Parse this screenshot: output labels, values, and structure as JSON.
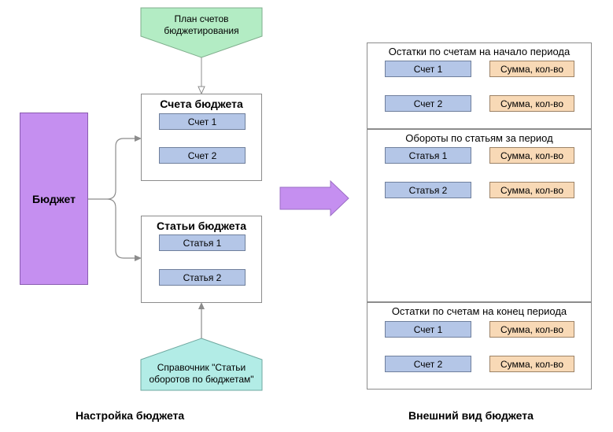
{
  "plan_of_accounts": {
    "line1": "План счетов",
    "line2": "бюджетирования"
  },
  "budget_label": "Бюджет",
  "budget_accounts": {
    "title": "Счета бюджета",
    "items": [
      "Счет 1",
      "Счет 2"
    ]
  },
  "budget_articles": {
    "title": "Статьи бюджета",
    "items": [
      "Статья 1",
      "Статья 2"
    ]
  },
  "reference": {
    "line1": "Справочник \"Статьи",
    "line2": "оборотов по бюджетам\""
  },
  "view": {
    "opening": {
      "title": "Остатки по счетам на начало периода",
      "rows": [
        {
          "name": "Счет 1",
          "value": "Сумма, кол-во"
        },
        {
          "name": "Счет 2",
          "value": "Сумма, кол-во"
        }
      ]
    },
    "turnover": {
      "title": "Обороты по статьям за период",
      "rows": [
        {
          "name": "Статья 1",
          "value": "Сумма, кол-во"
        },
        {
          "name": "Статья 2",
          "value": "Сумма, кол-во"
        }
      ]
    },
    "closing": {
      "title": "Остатки по счетам на конец периода",
      "rows": [
        {
          "name": "Счет 1",
          "value": "Сумма, кол-во"
        },
        {
          "name": "Счет 2",
          "value": "Сумма, кол-во"
        }
      ]
    }
  },
  "captions": {
    "left": "Настройка бюджета",
    "right": "Внешний вид бюджета"
  },
  "colors": {
    "budget": "#c58ff0",
    "plan": "#b3ecc4",
    "reference": "#b2ece6",
    "item_blue": "#b4c6e7",
    "item_orange": "#f8d9b6",
    "arrow": "#c58ff0"
  }
}
